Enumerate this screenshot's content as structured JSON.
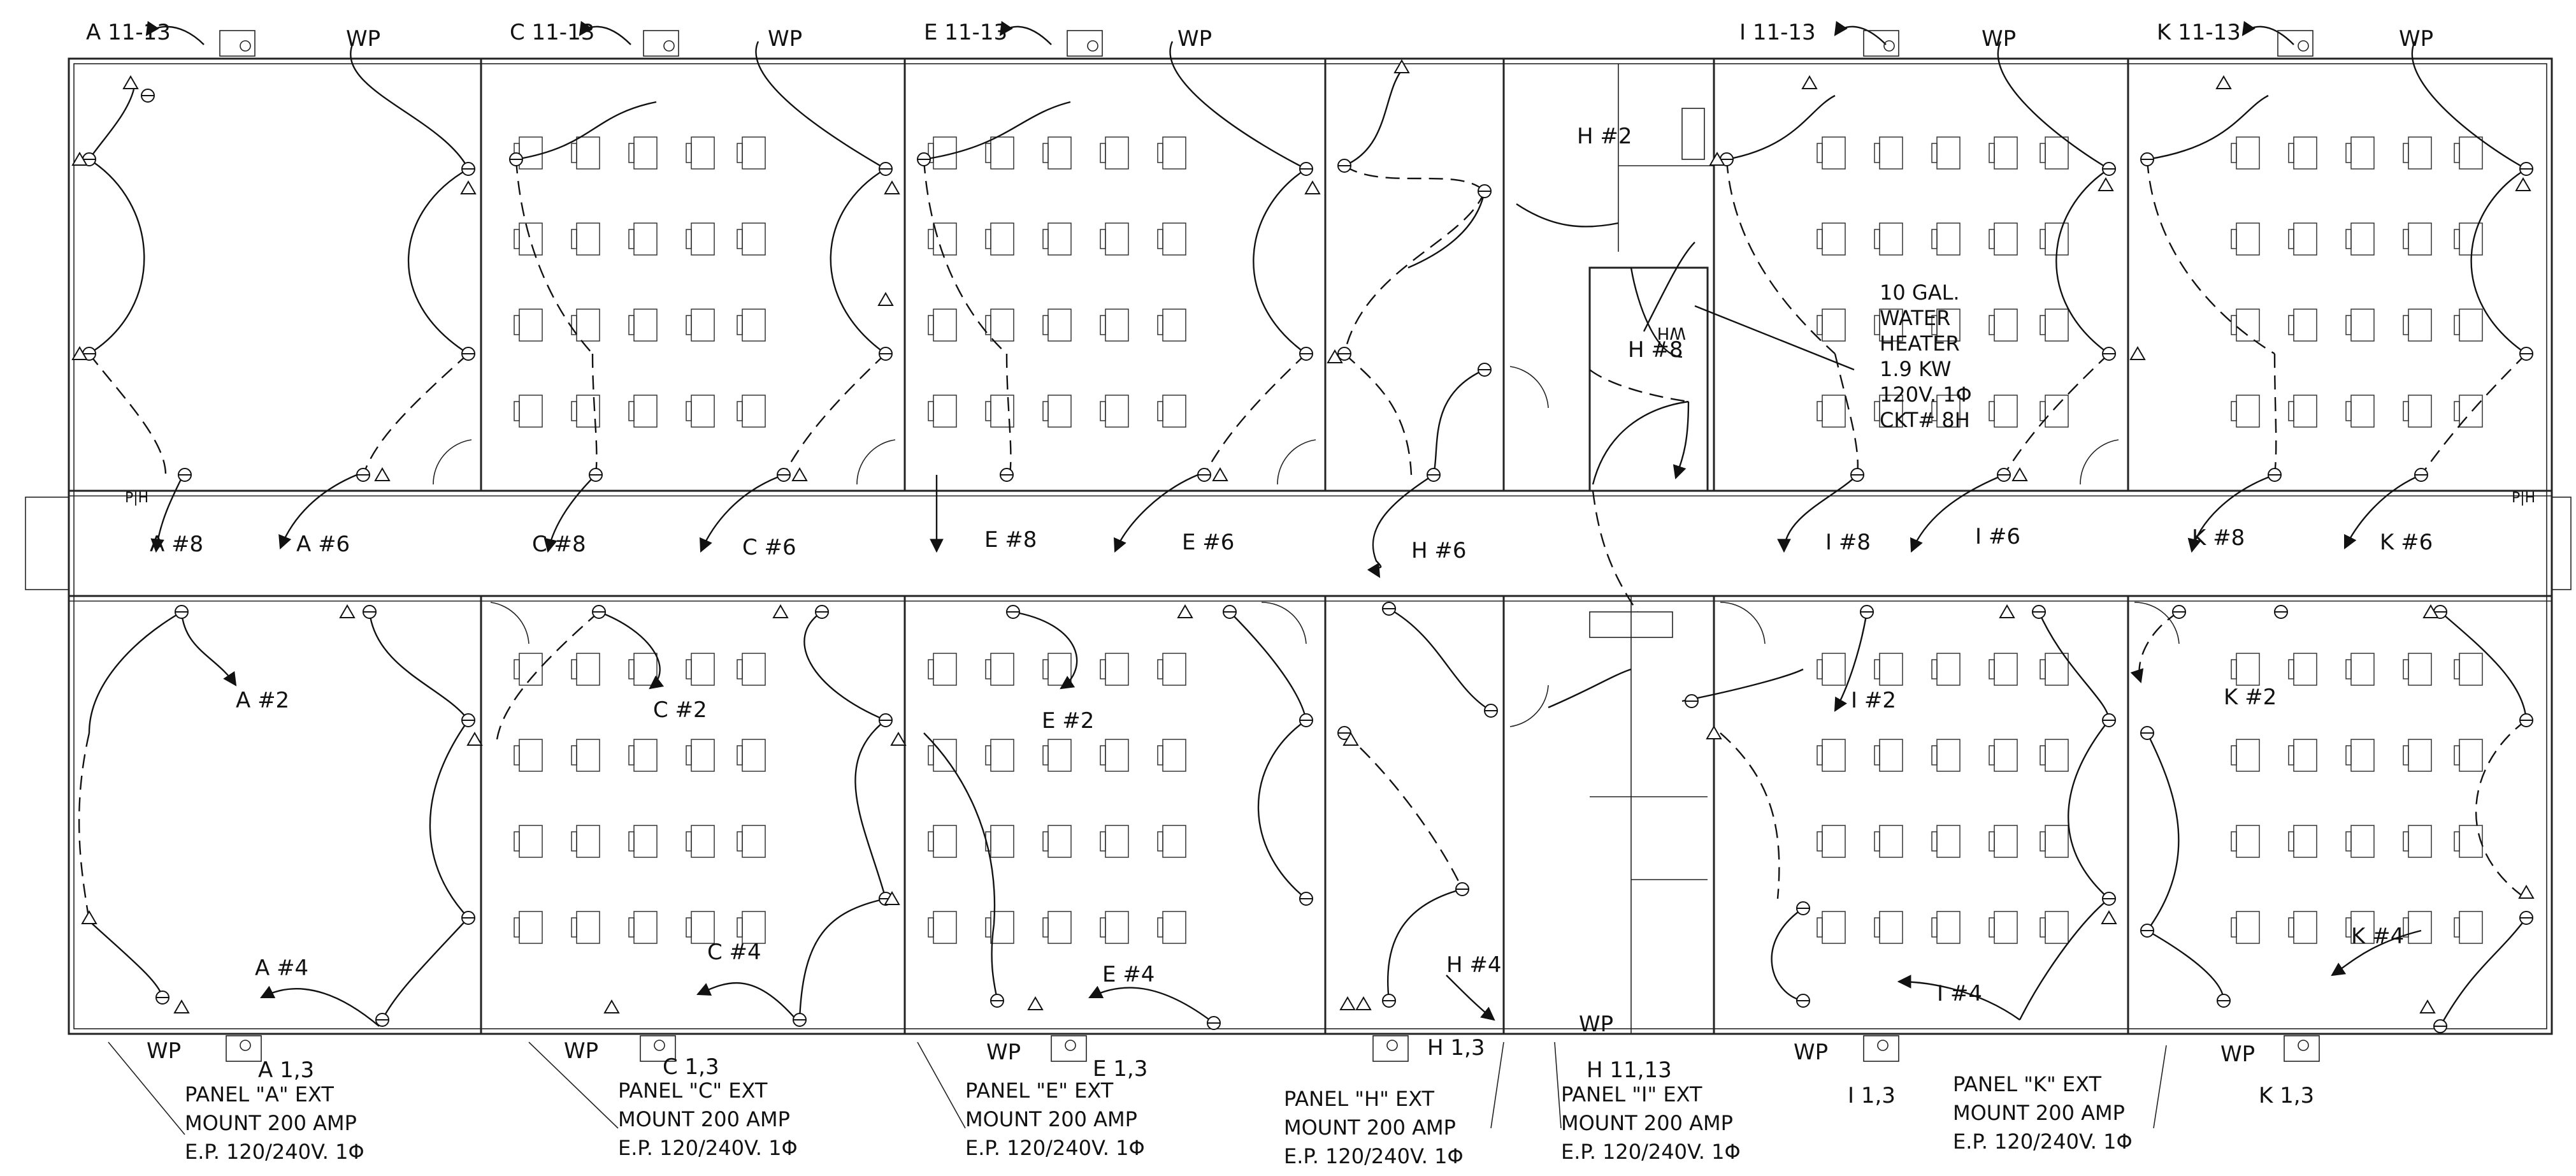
{
  "rooms": {
    "A": {
      "circuit_top": "A 11-13",
      "home_runs": [
        "A #8",
        "A #6",
        "A #2",
        "A #4"
      ],
      "panel_circuit": "A 1,3"
    },
    "C": {
      "circuit_top": "C 11-13",
      "home_runs": [
        "C #8",
        "C #6",
        "C #2",
        "C #4"
      ],
      "panel_circuit": "C 1,3"
    },
    "E": {
      "circuit_top": "E 11-13",
      "home_runs": [
        "E #8",
        "E #6",
        "E #2",
        "E #4"
      ],
      "panel_circuit": "E 1,3"
    },
    "H": {
      "home_runs": [
        "H #2",
        "H #8",
        "H #6",
        "H #4"
      ],
      "panel_circuit": "H 1,3"
    },
    "I": {
      "circuit_top": "I 11-13",
      "home_runs": [
        "I #8",
        "I #6",
        "I #2",
        "I #4"
      ],
      "panel_circuit": "I 1,3",
      "panel_circuit_alt": "H 11,13"
    },
    "K": {
      "circuit_top": "K 11-13",
      "home_runs": [
        "K #8",
        "K #6",
        "K #2",
        "K #4"
      ],
      "panel_circuit": "K 1,3"
    }
  },
  "symbols": {
    "weatherproof": "WP",
    "panic": "P|H",
    "water_heater_tag": "WH"
  },
  "water_heater_note": [
    "10 GAL.",
    "WATER",
    "HEATER",
    "1.9 KW",
    "120V. 1Φ",
    "CKT# 8H"
  ],
  "panels": [
    {
      "id": "A",
      "lines": [
        "PANEL \"A\" EXT",
        "MOUNT 200 AMP",
        "E.P. 120/240V. 1Φ"
      ]
    },
    {
      "id": "C",
      "lines": [
        "PANEL \"C\" EXT",
        "MOUNT 200 AMP",
        "E.P. 120/240V. 1Φ"
      ]
    },
    {
      "id": "E",
      "lines": [
        "PANEL \"E\" EXT",
        "MOUNT 200 AMP",
        "E.P. 120/240V. 1Φ"
      ]
    },
    {
      "id": "H",
      "lines": [
        "PANEL \"H\" EXT",
        "MOUNT 200 AMP",
        "E.P. 120/240V. 1Φ"
      ]
    },
    {
      "id": "I",
      "lines": [
        "PANEL \"I\" EXT",
        "MOUNT 200 AMP",
        "E.P. 120/240V. 1Φ"
      ]
    },
    {
      "id": "K",
      "lines": [
        "PANEL \"K\" EXT",
        "MOUNT 200 AMP",
        "E.P. 120/240V. 1Φ"
      ]
    }
  ]
}
